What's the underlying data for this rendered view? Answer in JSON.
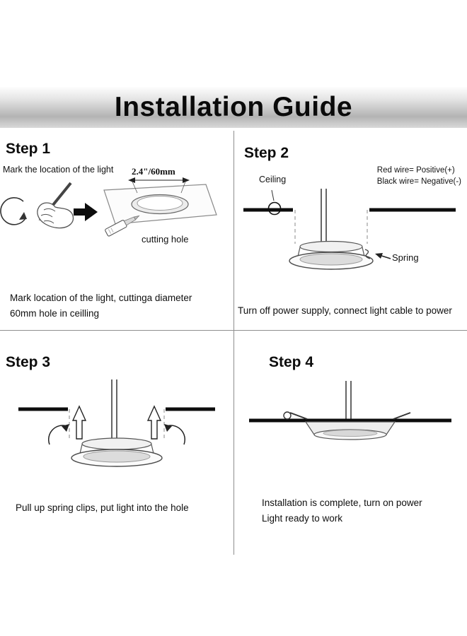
{
  "banner": {
    "title": "Installation Guide"
  },
  "colors": {
    "ink": "#111111",
    "banner_light": "#f5f5f5",
    "banner_dark": "#b3b3b3",
    "divider": "#8f8f8f"
  },
  "icons": {
    "draw_circle_arrow": "↺",
    "next_step_arrow": "➔",
    "pull_up_arrow": "⇧",
    "rotate_clip_arrow": "↷"
  },
  "steps": {
    "step1": {
      "heading": "Step 1",
      "note": "Mark the location of the light",
      "dimension_label": "2.4\"/60mm",
      "hole_label": "cutting hole",
      "caption_line1": "Mark location of the light, cuttinga diameter",
      "caption_line2": "60mm hole in ceilling"
    },
    "step2": {
      "heading": "Step 2",
      "wire_note_line1": "Red wire= Positive(+)",
      "wire_note_line2": "Black wire= Negative(-)",
      "ceiling_label": "Ceiling",
      "spring_label": "Spring",
      "caption": "Turn off power supply, connect light cable to power"
    },
    "step3": {
      "heading": "Step 3",
      "caption": "Pull up spring clips, put light into the hole"
    },
    "step4": {
      "heading": "Step 4",
      "caption_line1": "Installation is complete, turn on power",
      "caption_line2": "Light ready to work"
    }
  }
}
